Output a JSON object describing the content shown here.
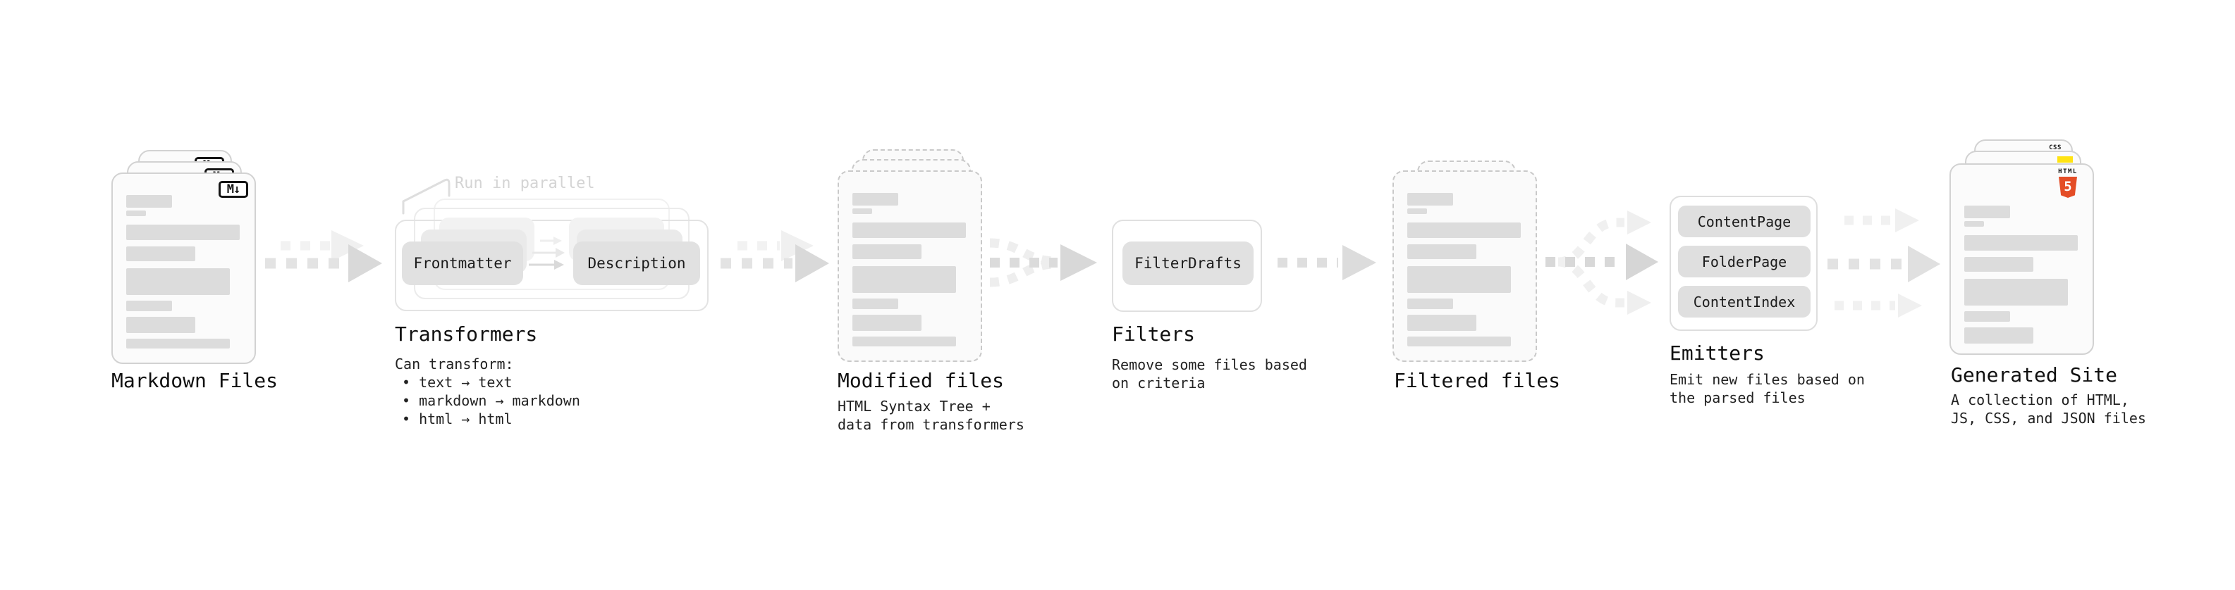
{
  "stages": {
    "markdown": {
      "label": "Markdown Files",
      "md_icon": "M↓"
    },
    "transformers": {
      "title": "Transformers",
      "callout": "Run in parallel",
      "chip_left": "Frontmatter",
      "chip_right": "Description",
      "desc": [
        "Can transform:",
        "• text → text",
        "• markdown → markdown",
        "• html → html"
      ]
    },
    "modified": {
      "label": "Modified files",
      "desc": [
        "HTML Syntax Tree +",
        "data from transformers"
      ]
    },
    "filters": {
      "title": "Filters",
      "chip": "FilterDrafts",
      "desc": [
        "Remove some files based",
        "on criteria"
      ]
    },
    "filtered": {
      "label": "Filtered files"
    },
    "emitters": {
      "title": "Emitters",
      "chips": [
        "ContentPage",
        "FolderPage",
        "ContentIndex"
      ],
      "desc": [
        "Emit new files based on",
        "the parsed files"
      ]
    },
    "generated": {
      "label": "Generated Site",
      "desc": [
        "A collection of HTML,",
        "JS, CSS, and JSON files"
      ],
      "css_icon_text": "CSS",
      "html_icon_word": "HTML",
      "html_icon_number": "5"
    }
  },
  "colors": {
    "css_blue": "#2760e6",
    "js_yellow": "#ffe312",
    "html5_orange": "#e44d26",
    "bar_gray": "#dcdcdc",
    "flow_arrow_gray": "#d9d9d9"
  }
}
